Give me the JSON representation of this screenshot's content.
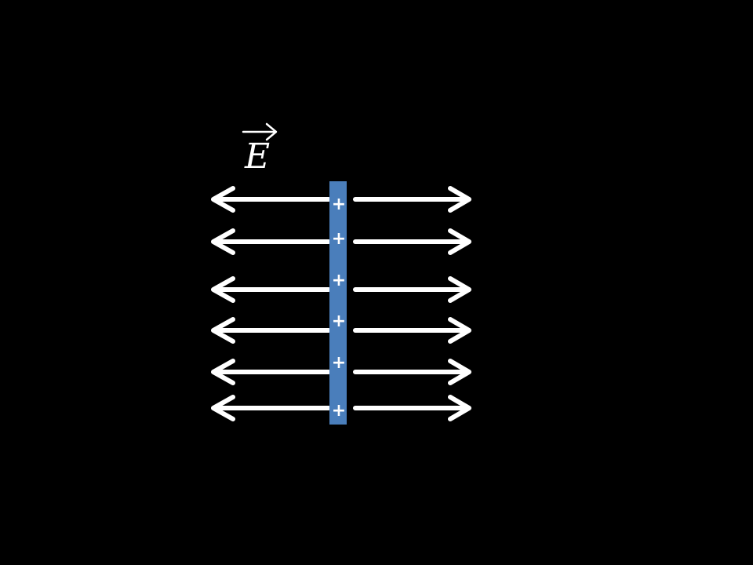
{
  "diagram": {
    "field_symbol": "E",
    "vector_marker": "vector-arrow",
    "plate_color": "#4a7ebb",
    "arrow_color": "#ffffff",
    "background_color": "#000000",
    "charge_sign": "+",
    "charges": [
      "+",
      "+",
      "+",
      "+",
      "+",
      "+"
    ],
    "arrow_rows": 6
  }
}
